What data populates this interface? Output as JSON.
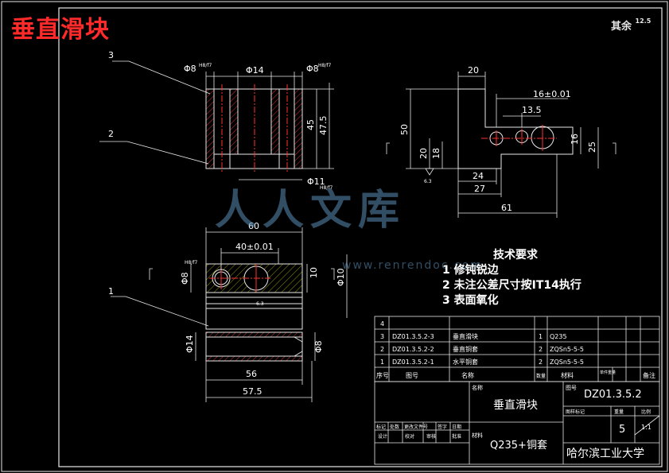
{
  "title": "垂直滑块",
  "roughness": {
    "label": "其余",
    "value": "12.5"
  },
  "views": {
    "side": {
      "part_callouts": [
        "3",
        "2"
      ],
      "dims": {
        "d8_left": "Φ8",
        "d14": "Φ14",
        "d8_right": "Φ8",
        "h45": "45",
        "h47_5": "47.5",
        "d11": "Φ11",
        "fit_top_left": "H8/f7",
        "fit_top_right": "H8/f7",
        "fit_bottom": "H8/f7"
      }
    },
    "right": {
      "dims": {
        "w20": "20",
        "w16": "16±0.01",
        "w13_5": "13.5",
        "h50": "50",
        "h20": "20",
        "h18": "18",
        "h16": "16",
        "h25": "25",
        "w24": "24",
        "w27": "27",
        "w61": "61",
        "rough": "6.3"
      }
    },
    "bottom": {
      "part_callout": "1",
      "dims": {
        "w60": "60",
        "w40": "40±0.01",
        "d8": "Φ8",
        "d10": "Φ10",
        "h10": "10",
        "d14": "Φ14",
        "d8_low": "Φ8",
        "w56": "56",
        "w57_5": "57.5",
        "fit": "H8/f7",
        "rough": "6.3"
      }
    }
  },
  "tech_requirements": {
    "heading": "技术要求",
    "items": [
      "1  修钝锐边",
      "2  未注公差尺寸按IT14执行",
      "3  表面氧化"
    ]
  },
  "bom": {
    "rows": [
      {
        "no": "4",
        "code": "",
        "name": "",
        "qty": "",
        "material": "",
        "note": ""
      },
      {
        "no": "3",
        "code": "DZ01.3.5.2-3",
        "name": "垂直滑块",
        "qty": "1",
        "material": "Q235",
        "note": ""
      },
      {
        "no": "2",
        "code": "DZ01.3.5.2-2",
        "name": "垂直铜套",
        "qty": "2",
        "material": "ZQSn5-5-5",
        "note": ""
      },
      {
        "no": "1",
        "code": "DZ01.3.5.2-1",
        "name": "水平铜套",
        "qty": "2",
        "material": "ZQSn5-5-5",
        "note": ""
      }
    ],
    "header": {
      "no": "序号",
      "code": "图号",
      "name": "名称",
      "qty": "数量",
      "material": "材料",
      "weight": "单件重量",
      "note": "备注"
    }
  },
  "title_block": {
    "name_label": "名称",
    "part_name": "垂直滑块",
    "drawing_no_label": "图号",
    "drawing_no": "DZ01.3.5.2",
    "material_label": "材料",
    "material": "Q235+铜套",
    "sheet_count": "5",
    "scale": "1:1",
    "school": "哈尔滨工业大学",
    "labels": [
      "标记",
      "处数",
      "更改文件号",
      "签字",
      "日期",
      "设计",
      "校对",
      "审核",
      "批准",
      "图样标记",
      "重量",
      "比例"
    ]
  },
  "watermark": {
    "main": "人人文库",
    "sub": "www.renrendoc.com"
  }
}
